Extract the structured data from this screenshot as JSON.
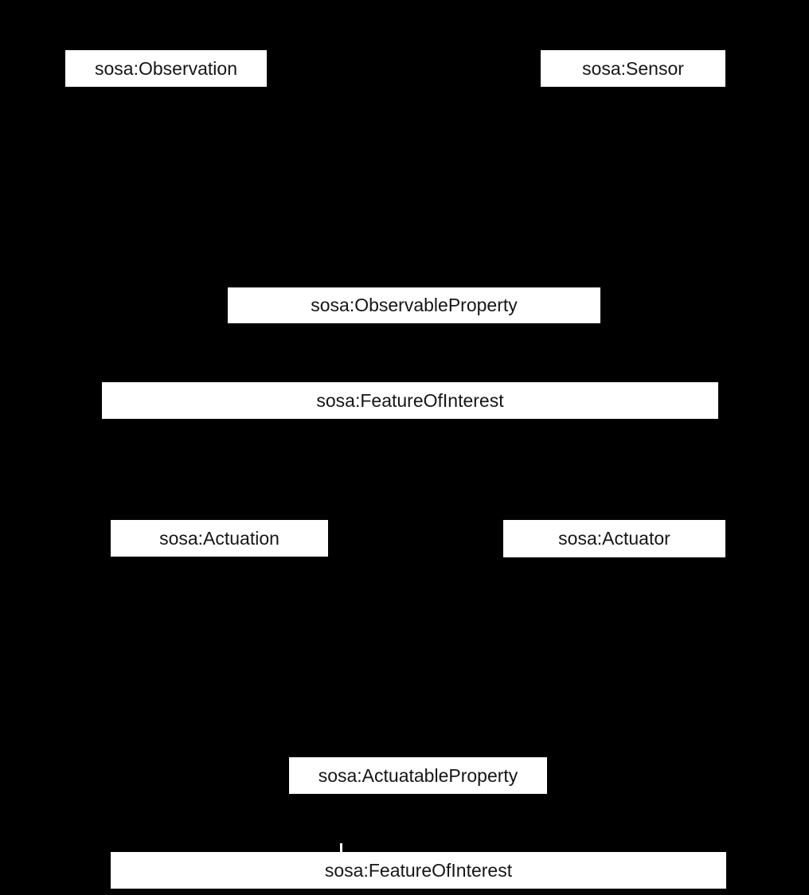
{
  "colors": {
    "background": "#000000",
    "node_fill": "#ffffff",
    "node_text": "#161616"
  },
  "nodes": {
    "observation": {
      "label": "sosa:Observation"
    },
    "sensor": {
      "label": "sosa:Sensor"
    },
    "observable_property": {
      "label": "sosa:ObservableProperty"
    },
    "feature_of_interest_top": {
      "label": "sosa:FeatureOfInterest"
    },
    "actuation": {
      "label": "sosa:Actuation"
    },
    "actuator": {
      "label": "sosa:Actuator"
    },
    "actuatable_property": {
      "label": "sosa:ActuatableProperty"
    },
    "feature_of_interest_bottom": {
      "label": "sosa:FeatureOfInterest"
    }
  }
}
